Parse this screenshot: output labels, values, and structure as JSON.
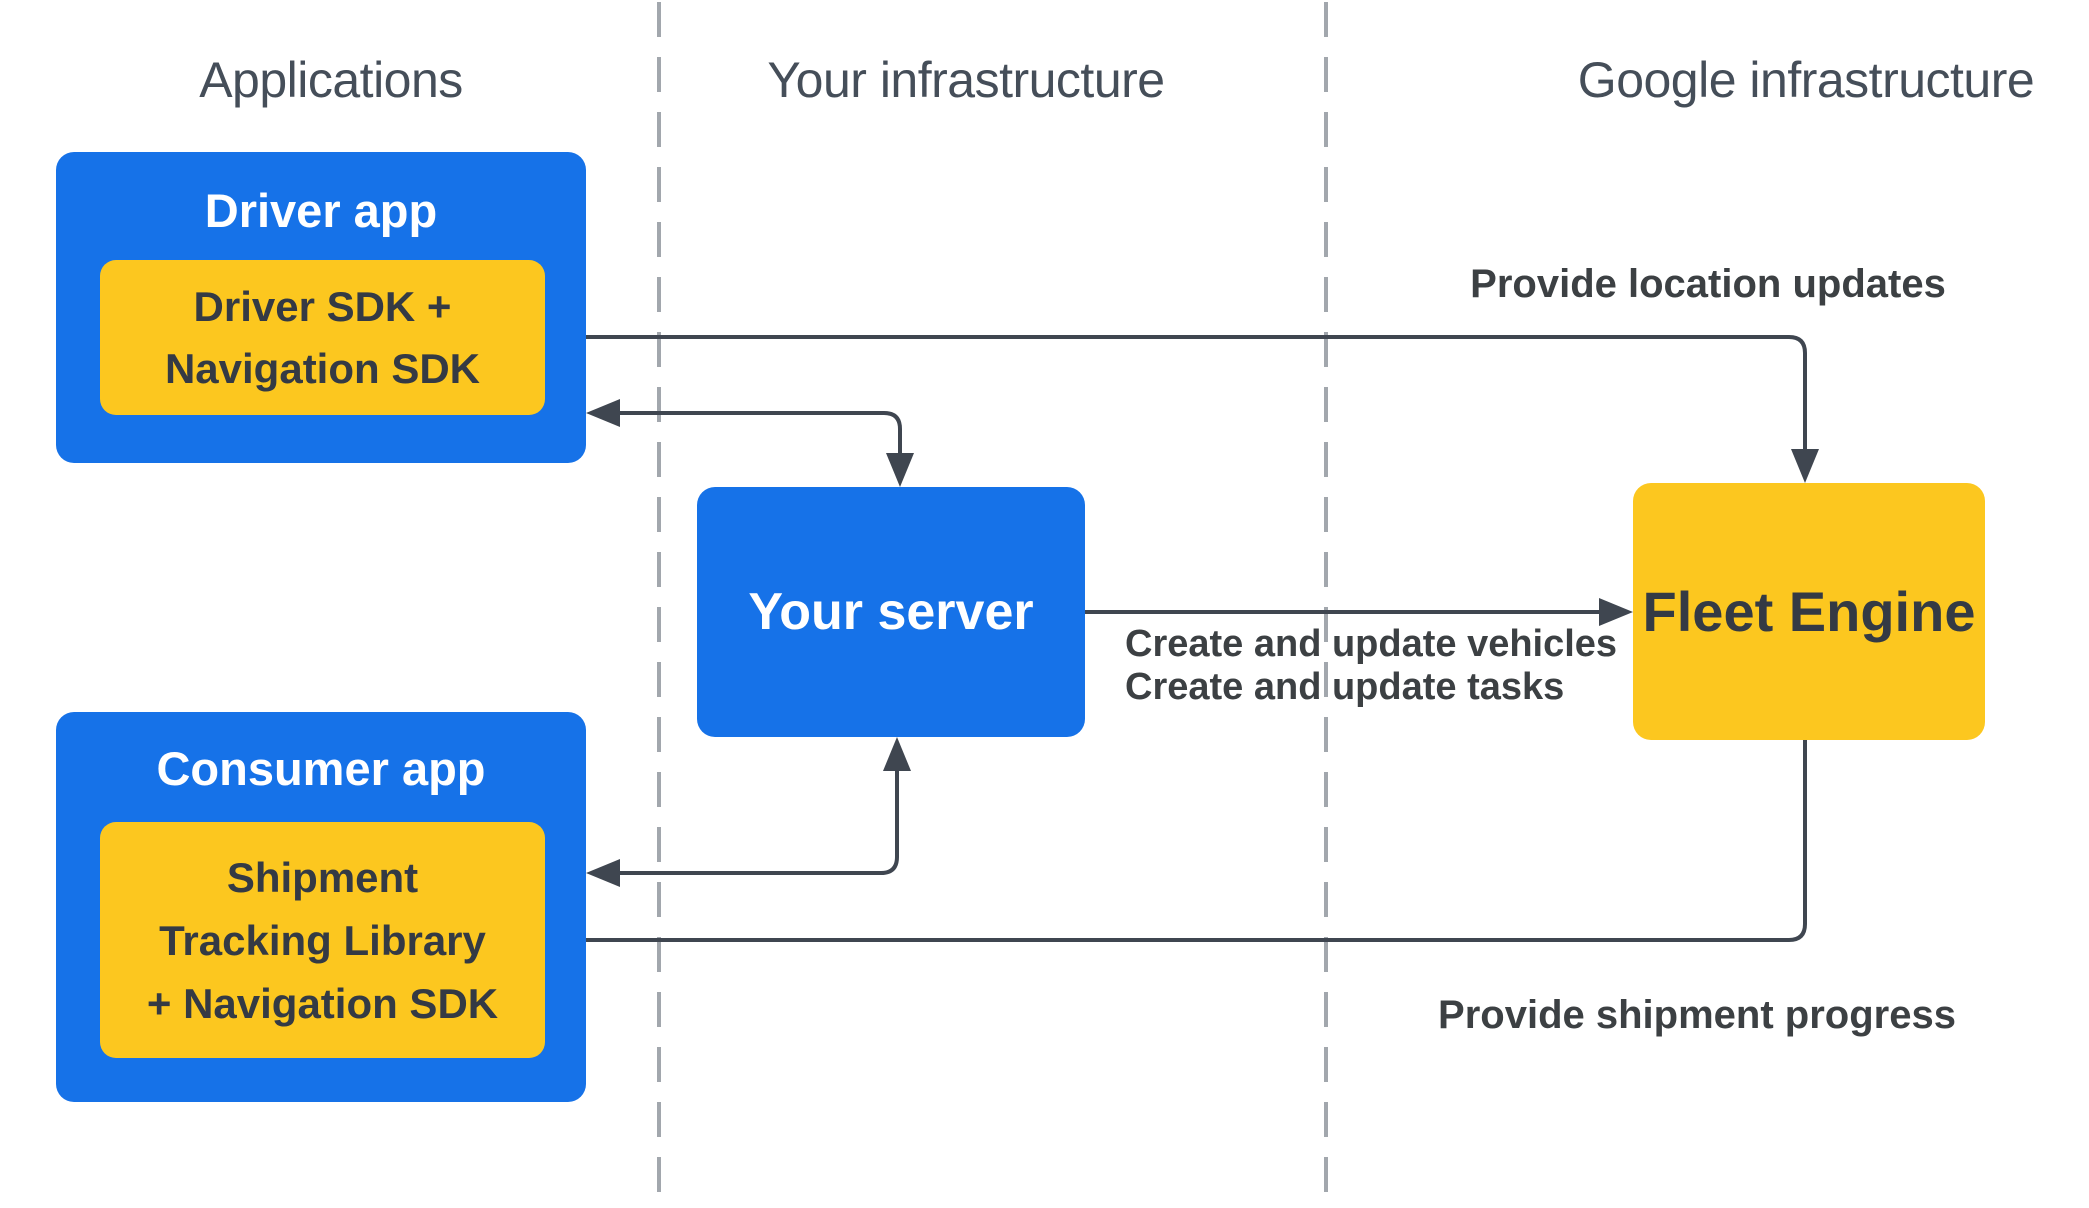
{
  "columns": [
    {
      "label": "Applications"
    },
    {
      "label": "Your infrastructure"
    },
    {
      "label": "Google infrastructure"
    }
  ],
  "nodes": {
    "driver_app": {
      "title": "Driver app",
      "sdk_lines": [
        "Driver SDK +",
        "Navigation SDK"
      ]
    },
    "consumer_app": {
      "title": "Consumer app",
      "sdk_lines": [
        "Shipment",
        "Tracking Library",
        "+ Navigation SDK"
      ]
    },
    "your_server": {
      "title": "Your server"
    },
    "fleet_engine": {
      "title": "Fleet Engine"
    }
  },
  "edges": {
    "location_updates": {
      "label": "Provide location updates"
    },
    "create_update": {
      "labels": [
        "Create and update vehicles",
        "Create and update tasks"
      ]
    },
    "shipment_progress": {
      "label": "Provide shipment progress"
    }
  },
  "colors": {
    "background": "#ffffff",
    "blue": "#1672e8",
    "yellow": "#fcc71f",
    "box_text_dark": "#343a44",
    "white_text": "#ffffff",
    "header_text": "#454e59",
    "label_text": "#3c4043",
    "arrow": "#3f4650",
    "dashed_line": "#a2a7ad"
  }
}
